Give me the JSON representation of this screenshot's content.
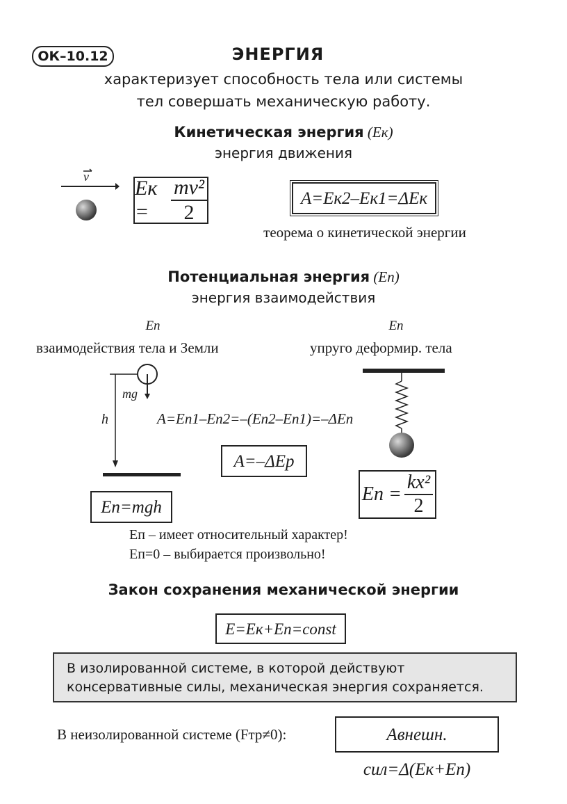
{
  "header": {
    "code": "ОК–10.12",
    "title": "ЭНЕРГИЯ",
    "subtitle_line1": "характеризует способность тела или системы",
    "subtitle_line2": "тел совершать механическую работу."
  },
  "kinetic": {
    "heading": "Кинетическая энергия",
    "symbol": "(Eк)",
    "description": "энергия движения",
    "velocity_label": "v",
    "formula_left": "Eк =",
    "formula_num": "mv²",
    "formula_den": "2",
    "theorem_formula": "A=Eк2–Eк1=ΔEк",
    "theorem_caption": "теорема о кинетической энергии"
  },
  "potential": {
    "heading": "Потенциальная энергия",
    "symbol": "(Eп)",
    "description": "энергия взаимодействия",
    "left_symbol": "Eп",
    "left_label": "взаимодействия тела и Земли",
    "right_symbol": "Eп",
    "right_label": "упруго деформир. тела",
    "mg_label": "mg",
    "h_label": "h",
    "work_formula": "A=Eп1–Eп2=–(Eп2–Eп1)=–ΔEп",
    "work_box": "A=–ΔEp",
    "gravity_formula": "Eп=mgh",
    "spring_left": "Eп =",
    "spring_num": "kx²",
    "spring_den": "2",
    "note1": "Eп – имеет относительный характер!",
    "note2": "Eп=0 – выбирается произвольно!"
  },
  "conservation": {
    "heading": "Закон сохранения механической энергии",
    "formula": "E=Eк+Eп=const",
    "statement_line1": "В изолированной системе, в которой действуют",
    "statement_line2": "консервативные силы, механическая энергия сохраняется.",
    "nonisolated_text": "В неизолированной системе (Fтр≠0):",
    "nonisolated_formula": "Aвнешн. сил=Δ(Eк+Eп)"
  }
}
